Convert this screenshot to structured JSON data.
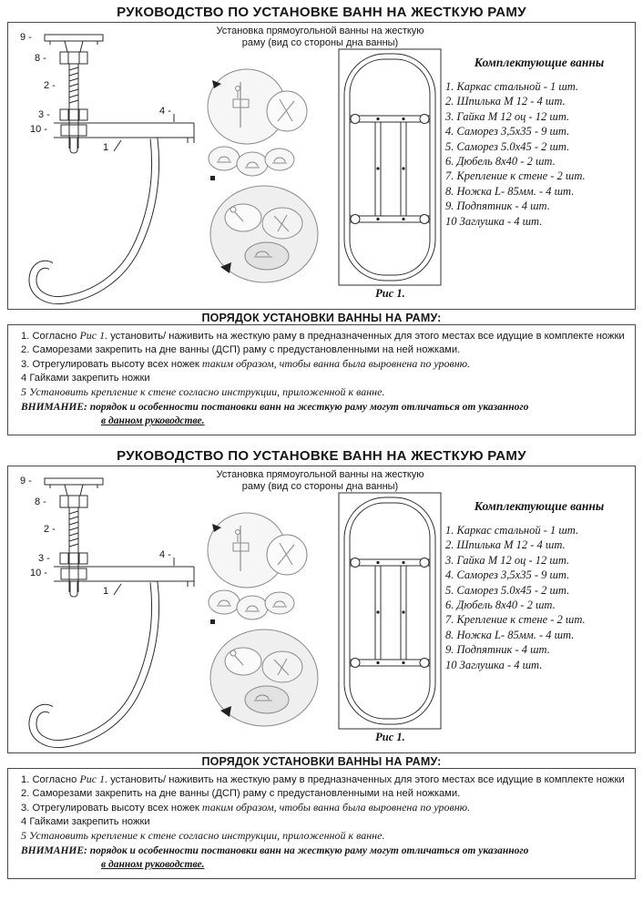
{
  "doc": {
    "title": "РУКОВОДСТВО ПО УСТАНОВКЕ ВАНН НА ЖЕСТКУЮ РАМУ",
    "subtitle_line1": "Установка прямоугольной ванны на жесткую",
    "subtitle_line2": "раму (вид со стороны дна ванны)",
    "parts_heading": "Комплектующие ванны",
    "parts": [
      "1. Каркас стальной - 1 шт.",
      "2. Шпилька М 12 - 4 шт.",
      "3. Гайка М 12 оц - 12 шт.",
      "4. Саморез 3,5х35 - 9 шт.",
      "5. Саморез 5.0х45 - 2 шт.",
      "6. Дюбель 8х40 - 2 шт.",
      "7. Крепление к стене - 2 шт.",
      "8. Ножка L- 85мм. - 4 шт.",
      "9. Подпятник - 4 шт.",
      "10 Заглушка  - 4 шт."
    ],
    "figure_caption": "Рис 1.",
    "callouts": {
      "c9": "9 -",
      "c8": "8 -",
      "c2": "2 -",
      "c3": "3 -",
      "c10": "10 -",
      "c4": "4 -",
      "c1": "1"
    },
    "order_heading": "ПОРЯДОК УСТАНОВКИ ВАННЫ НА РАМУ:",
    "steps": {
      "s1_pre": "1. Согласно ",
      "s1_fig": "Рис 1.",
      "s1_post": " установить/ наживить на жесткую раму в предназначенных для этого местах все идущие в комплекте ножки",
      "s2": "2. Саморезами закрепить на дне ванны (ДСП) раму с предустановленными на ней ножками.",
      "s3_pre": "3. Отрегулировать высоту всех ножек ",
      "s3_italic": "таким образом, чтобы ванна была выровнена по уровню.",
      "s4": "4 Гайками закрепить ножки",
      "s5": "5 Установить крепление к стене согласно инструкции, приложенной к ванне.",
      "attention_line1": "ВНИМАНИЕ: порядок и особенности постановки ванн  на жесткую раму могут отличаться от указанного",
      "attention_line2": "в данном руководстве."
    }
  }
}
